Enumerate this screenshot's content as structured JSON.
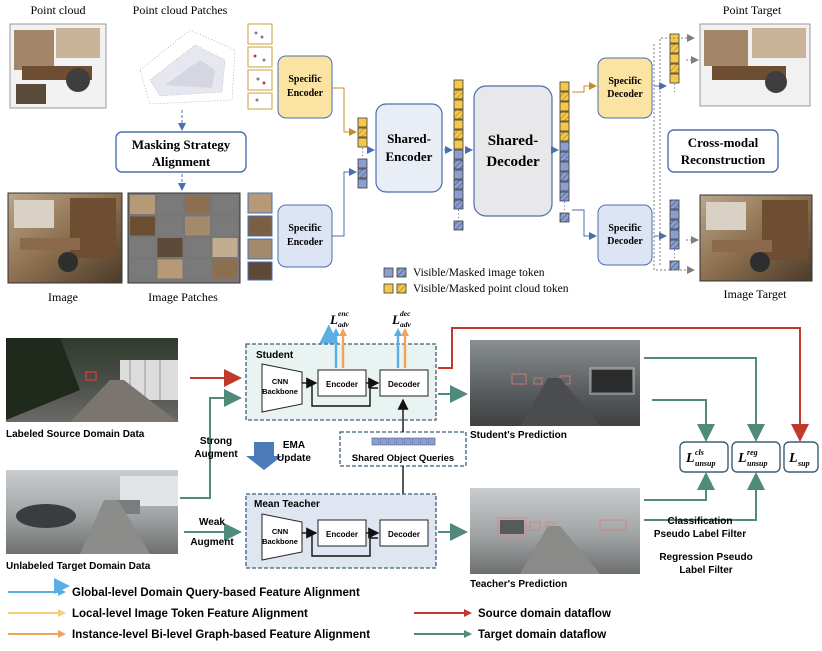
{
  "top": {
    "labels": {
      "point_cloud": "Point cloud",
      "point_cloud_patches": "Point cloud Patches",
      "image": "Image",
      "image_patches": "Image Patches",
      "point_target": "Point Target",
      "image_target": "Image Target"
    },
    "masking": [
      "Masking Strategy",
      "Alignment"
    ],
    "cross_modal": [
      "Cross-modal",
      "Reconstruction"
    ],
    "specific_encoder": [
      "Specific",
      "Encoder"
    ],
    "specific_decoder": [
      "Specific",
      "Decoder"
    ],
    "shared_encoder": [
      "Shared-",
      "Encoder"
    ],
    "shared_decoder": [
      "Shared-",
      "Decoder"
    ],
    "legend": {
      "image_token": "Visible/Masked image token",
      "point_token": "Visible/Masked point cloud token"
    }
  },
  "bottom": {
    "labels": {
      "labeled_source": "Labeled Source Domain Data",
      "unlabeled_target": "Unlabeled Target Domain Data",
      "strong_augment": [
        "Strong",
        "Augment"
      ],
      "weak_augment": [
        "Weak",
        "Augment"
      ],
      "ema_update": [
        "EMA",
        "Update"
      ],
      "student": "Student",
      "mean_teacher": "Mean Teacher",
      "cnn_backbone": [
        "CNN",
        "Backbone"
      ],
      "encoder": "Encoder",
      "decoder": "Decoder",
      "shared_object_queries": "Shared Object Queries",
      "students_prediction": "Student's Prediction",
      "teachers_prediction": "Teacher's Prediction",
      "classification_filter": [
        "Classification",
        "Pseudo Label Filter"
      ],
      "regression_filter": [
        "Regression Pseudo",
        "Label Filter"
      ]
    },
    "losses": {
      "adv_enc": {
        "base": "L",
        "sub": "adv",
        "sup": "enc"
      },
      "adv_dec": {
        "base": "L",
        "sub": "adv",
        "sup": "dec"
      },
      "unsup_cls": {
        "base": "L",
        "sub": "unsup",
        "sup": "cls"
      },
      "unsup_reg": {
        "base": "L",
        "sub": "unsup",
        "sup": "reg"
      },
      "sup": {
        "base": "L",
        "sub": "sup"
      }
    },
    "legend": {
      "global": "Global-level Domain Query-based Feature Alignment",
      "local": "Local-level Image Token Feature Alignment",
      "instance": "Instance-level Bi-level Graph-based Feature Alignment",
      "source": "Source domain dataflow",
      "target": "Target domain dataflow"
    }
  },
  "colors": {
    "blue_box": "#dde5f4",
    "yellow_box": "#fbe3a1",
    "image_token": "#8a9ed0",
    "point_token": "#f4c84a",
    "source_flow": "#c0392b",
    "target_flow": "#4f8a7a",
    "global_arrow": "#5aaee4",
    "local_arrow": "#f1d27a",
    "instance_arrow": "#f0a35a",
    "student_bg": "#e9f3f1",
    "teacher_bg": "#dfe6f2"
  }
}
